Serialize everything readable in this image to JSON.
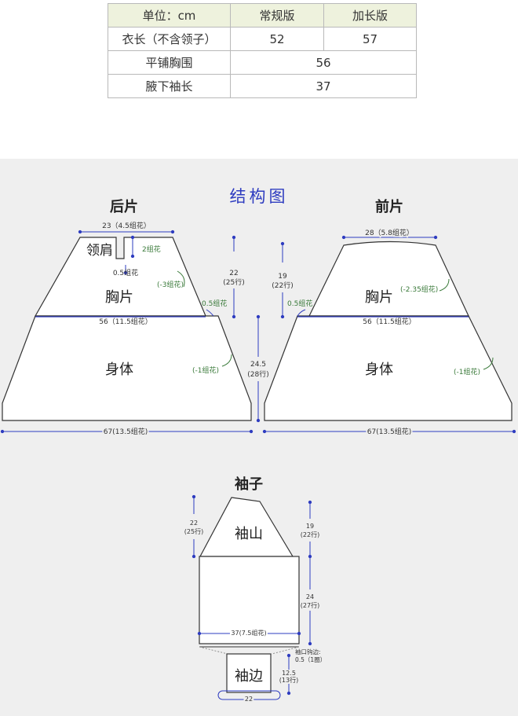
{
  "table": {
    "headers": [
      "单位：cm",
      "常规版",
      "加长版"
    ],
    "rows": [
      {
        "label": "衣长（不含领子）",
        "values": [
          "52",
          "57"
        ]
      },
      {
        "label": "平铺胸围",
        "value": "56"
      },
      {
        "label": "腋下袖长",
        "value": "37"
      }
    ]
  },
  "diagram": {
    "title": "结构图",
    "back": {
      "heading": "后片",
      "neck_label": "领肩",
      "chest_label": "胸片",
      "body_label": "身体",
      "top_width": "23（4.5组花）",
      "neck_depth": "2组花",
      "neck_offset": "0.5组花",
      "side_decrease": "(-3组花)",
      "armhole_offset": "0.5组花",
      "chest_width": "56（11.5组花）",
      "body_decrease": "(-1组花)",
      "hem_width": "67(13.5组花)",
      "yoke_height": "22",
      "yoke_rows": "(25行)",
      "body_height": "24.5",
      "body_rows": "(28行)"
    },
    "front": {
      "heading": "前片",
      "chest_label": "胸片",
      "body_label": "身体",
      "top_width": "28（5.8组花）",
      "yoke_height": "19",
      "yoke_rows": "(22行)",
      "armhole_offset": "0.5组花",
      "side_decrease": "(-2.35组花)",
      "chest_width": "56（11.5组花）",
      "body_decrease": "(-1组花)",
      "hem_width": "67(13.5组花)"
    },
    "sleeve": {
      "heading": "袖子",
      "cap_label": "袖山",
      "cuff_label": "袖边",
      "cap_height_left": "22",
      "cap_rows_left": "(25行)",
      "cap_height_right": "19",
      "cap_rows_right": "(22行)",
      "body_height": "24",
      "body_rows": "(27行)",
      "width": "37(7.5组花)",
      "cuff_note_1": "袖口钩边:",
      "cuff_note_2": "0.5（1圈）",
      "cuff_height": "12.5",
      "cuff_rows": "(13行)",
      "cuff_width": "22"
    }
  },
  "colors": {
    "dimension": "#2e3cc0",
    "note": "#3a7a3a",
    "outline": "#333333",
    "header": "#eef2dd"
  }
}
